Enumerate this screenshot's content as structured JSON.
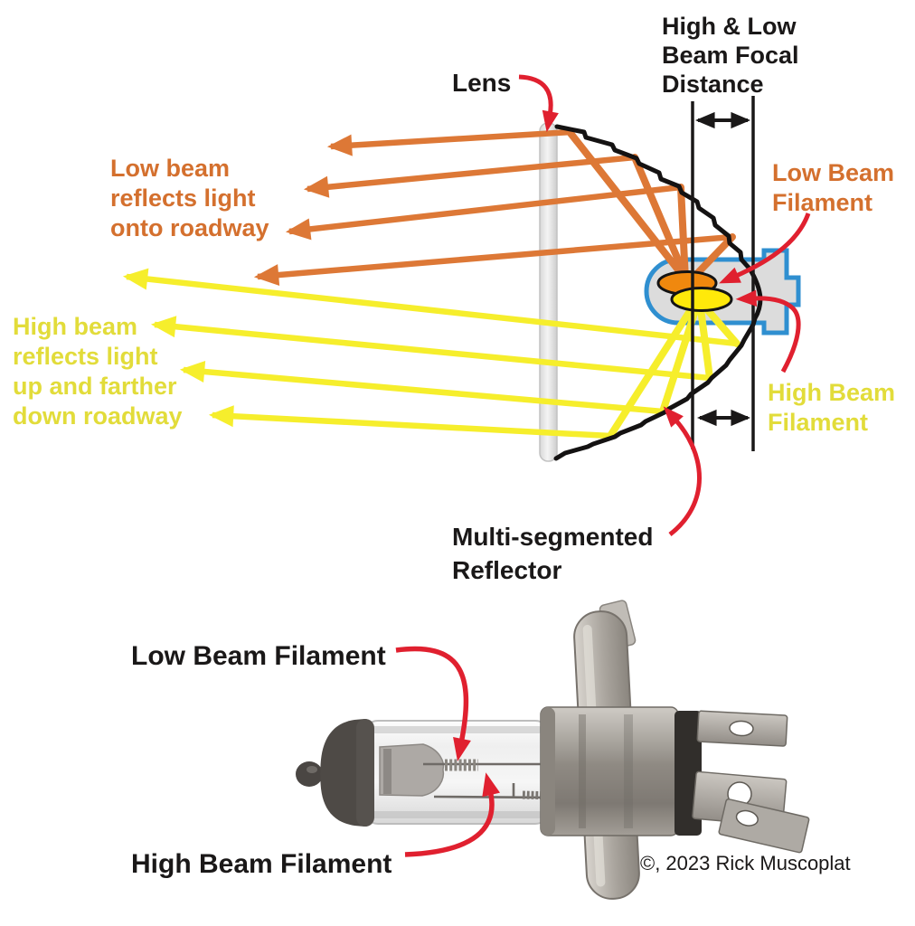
{
  "page": {
    "background": "#FFFFFF"
  },
  "diagram": {
    "lens_label": "Lens",
    "focal_distance_label": [
      "High & Low",
      "Beam Focal",
      "Distance"
    ],
    "low_beam_caption": [
      "Low beam",
      "reflects light",
      "onto roadway"
    ],
    "high_beam_caption": [
      "High beam",
      "reflects light",
      "up and farther",
      "down roadway"
    ],
    "low_beam_filament_label": [
      "Low Beam",
      "Filament"
    ],
    "high_beam_filament_label": [
      "High Beam",
      "Filament"
    ],
    "reflector_label": [
      "Multi-segmented",
      "Reflector"
    ],
    "colors": {
      "low_beam_ray": "#DD7836",
      "low_beam_filament_fill": "#F0880E",
      "low_beam_text": "#D4702E",
      "high_beam_ray": "#F6EE2C",
      "high_beam_filament_fill": "#FFE90A",
      "high_beam_text": "#E2DC3A",
      "annotation_red": "#E0202F",
      "bulb_outline_blue": "#2F8FD0",
      "ink_black": "#1A1818"
    }
  },
  "photo": {
    "low_beam_filament_label": "Low Beam Filament",
    "high_beam_filament_label": "High Beam Filament",
    "copyright": "©, 2023 Rick Muscoplat"
  }
}
